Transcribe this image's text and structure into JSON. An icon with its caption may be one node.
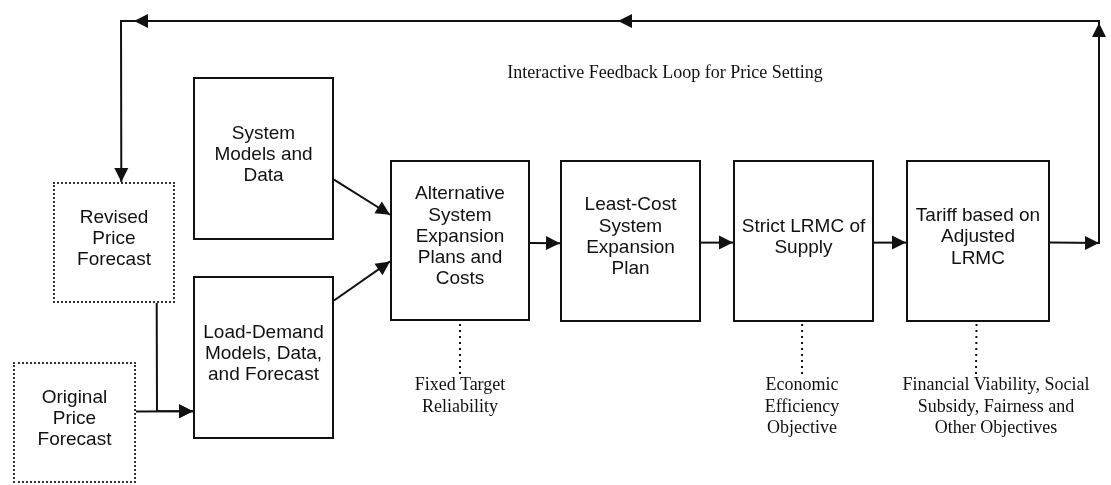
{
  "diagram": {
    "nodes": [
      {
        "text": [
          "Revised Price Forecast"
        ]
      },
      {
        "text": [
          "Original Price Forecast"
        ]
      },
      {
        "text": [
          "System Models and Data"
        ]
      },
      {
        "text": [
          "Load-Demand Models, Data, and Forecast"
        ]
      },
      {
        "text": [
          "Alternative System Expansion Plans and Costs"
        ]
      },
      {
        "text": [
          "Least-Cost System Expansion Plan"
        ]
      },
      {
        "text": [
          "Strict LRMC of Supply"
        ]
      },
      {
        "text": [
          "Tariff based on Adjusted LRMC"
        ]
      },
      {
        "text": [
          "Fixed Target Reliability"
        ]
      },
      {
        "text": [
          "Economic Efficiency Objective"
        ]
      },
      {
        "text": [
          "Financial Viability, Social Subsidy, Fairness and Other Objectives"
        ]
      }
    ],
    "edges": [
      {
        "from": 2,
        "to": 4,
        "arrow": "to"
      },
      {
        "from": 3,
        "to": 4,
        "arrow": "to"
      },
      {
        "from": 4,
        "to": 5,
        "arrow": "to"
      },
      {
        "from": 5,
        "to": 6,
        "arrow": "to"
      },
      {
        "from": 6,
        "to": 7,
        "arrow": "to"
      },
      {
        "from": 7,
        "to": 0,
        "arrow": "to",
        "label": "Interactive Feedback Loop for Price Setting"
      },
      {
        "from": 0,
        "to": 3,
        "arrow": "to"
      },
      {
        "from": 1,
        "to": 3,
        "arrow": "to"
      },
      {
        "from": 8,
        "to": 4,
        "arrow": "none",
        "style": "dashed"
      },
      {
        "from": 9,
        "to": 6,
        "arrow": "none",
        "style": "dashed"
      },
      {
        "from": 10,
        "to": 7,
        "arrow": "none",
        "style": "dashed"
      }
    ]
  }
}
